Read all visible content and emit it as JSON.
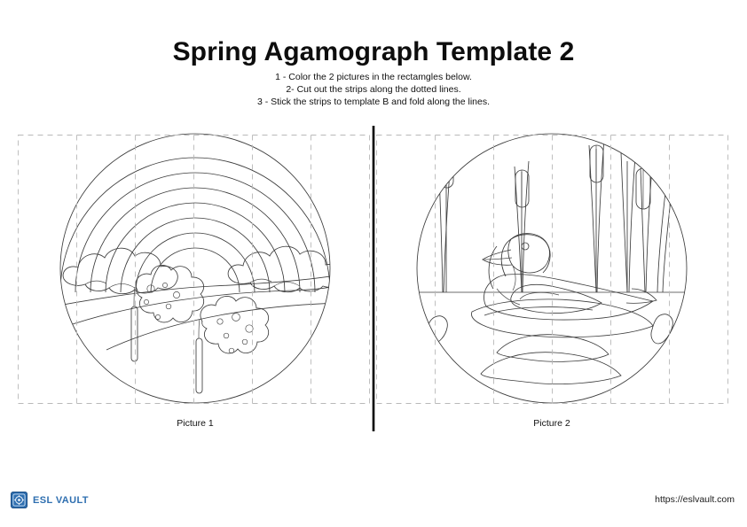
{
  "document": {
    "title": "Spring Agamograph Template 2",
    "instructions": [
      "1 - Color the 2 pictures in the rectamgles below.",
      "2- Cut out the strips along the dotted lines.",
      "3 - Stick the strips to template B and fold along the lines."
    ]
  },
  "panels": [
    {
      "caption": "Picture 1",
      "scene": "rainbow-with-clouds-and-blossom-trees",
      "elements": [
        "rainbow",
        "cloud-left",
        "cloud-right",
        "tree-left",
        "tree-right",
        "hills"
      ]
    },
    {
      "caption": "Picture 2",
      "scene": "duck-on-pond-with-cattails",
      "elements": [
        "duck",
        "cattail-reeds",
        "pond-ripples",
        "horizon"
      ]
    }
  ],
  "cut_guides": {
    "strip_count": 6,
    "style": "dashed"
  },
  "footer": {
    "brand_name": "ESL Vault",
    "brand_icon": "vault-logo-icon",
    "url": "https://eslvault.com"
  },
  "colors": {
    "brand": "#2f6fb0",
    "ink": "#3c3c3c",
    "cut_guide": "#b9b9b9",
    "divider": "#000000",
    "background": "#ffffff"
  }
}
